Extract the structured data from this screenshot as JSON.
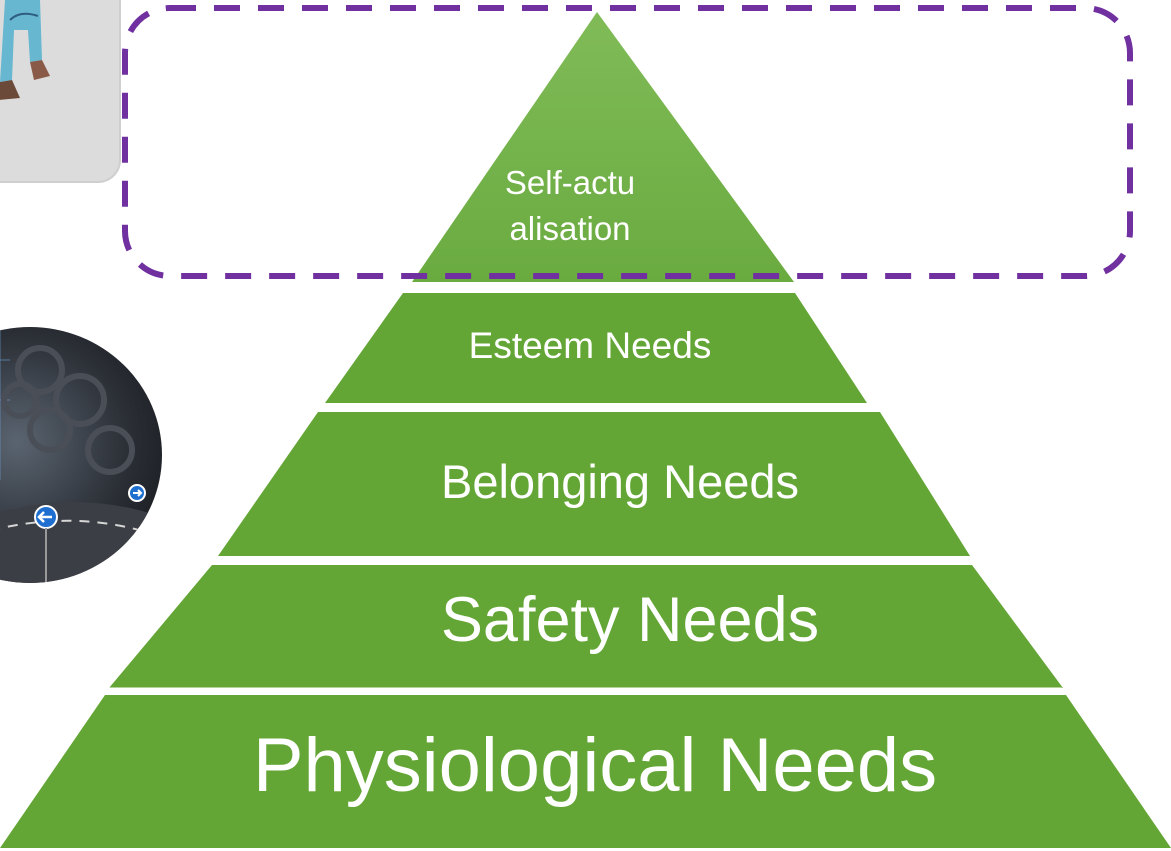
{
  "diagram": {
    "type": "pyramid",
    "colors": {
      "tier_fill": "#64a636",
      "tier_top_fill": "#7bb854",
      "separator": "#ffffff",
      "highlight_stroke": "#7030a0",
      "label_text": "#ffffff"
    },
    "tiers": [
      {
        "id": "self-actualisation",
        "line1": "Self-actu",
        "line2": "alisation"
      },
      {
        "id": "esteem",
        "label": "Esteem Needs"
      },
      {
        "id": "belonging",
        "label": "Belonging Needs"
      },
      {
        "id": "safety",
        "label": "Safety Needs"
      },
      {
        "id": "physiological",
        "label": "Physiological Needs"
      }
    ],
    "highlight": {
      "target": "self-actualisation",
      "style": "dashed rounded box"
    }
  },
  "decor": {
    "left_top_image": "cartoon-figure-photo",
    "left_middle_image": "circular-road-sign-photo"
  }
}
